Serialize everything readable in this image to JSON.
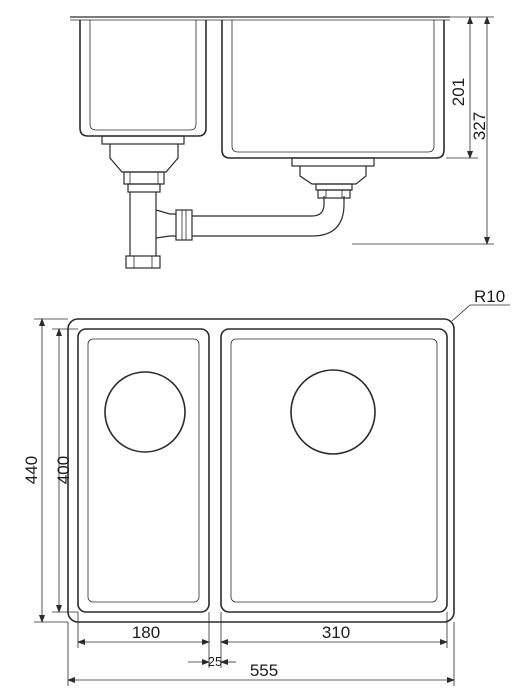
{
  "side_view": {
    "dim_inner_depth": "201",
    "dim_total_depth": "327"
  },
  "top_view": {
    "corner_radius": "R10",
    "dim_outer_height": "440",
    "dim_inner_height": "400",
    "dim_small_bowl_width": "180",
    "dim_large_bowl_width": "310",
    "dim_divider": "25",
    "dim_overall_width": "555"
  }
}
